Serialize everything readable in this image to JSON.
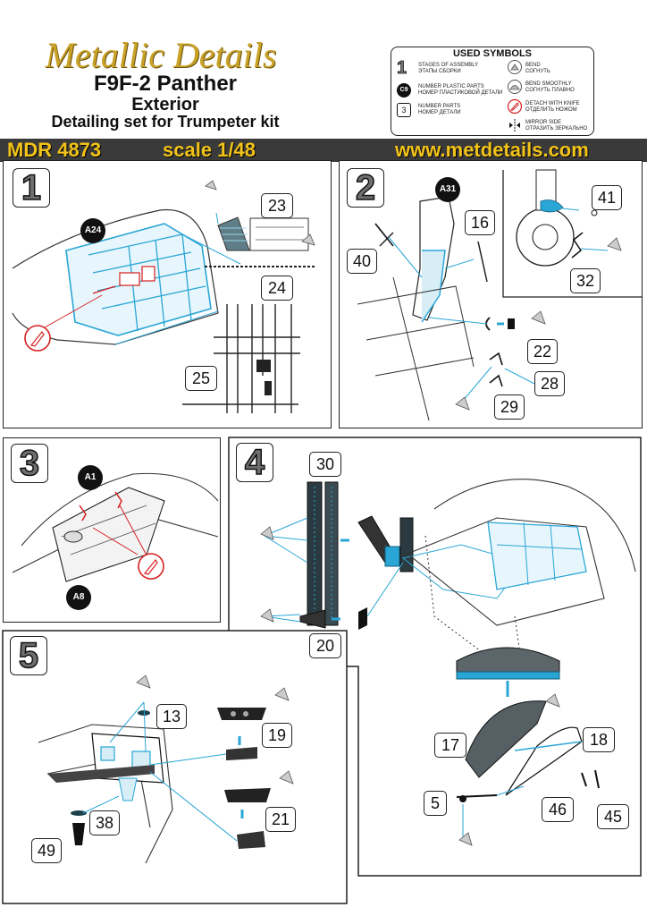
{
  "header": {
    "brand": "Metallic Details",
    "title": "F9F-2 Panther",
    "subtitle": "Exterior",
    "description": "Detailing set for Trumpeter kit"
  },
  "symbols": {
    "title": "USED SYMBOLS",
    "items": [
      {
        "en": "STAGES OF ASSEMBLY",
        "ru": "ЭТАПЫ СБОРКИ",
        "glyph": "1"
      },
      {
        "en": "NUMBER PLASTIC PARTS",
        "ru": "НОМЕР ПЛАСТИКОВОЙ ДЕТАЛИ",
        "glyph": "C9"
      },
      {
        "en": "NUMBER PARTS",
        "ru": "НОМЕР ДЕТАЛИ",
        "glyph": "3"
      },
      {
        "en": "BEND",
        "ru": "СОГНУТЬ"
      },
      {
        "en": "BEND SMOOTHLY",
        "ru": "СОГНУТЬ ПЛАВНО"
      },
      {
        "en": "DETACH WITH KNIFE",
        "ru": "ОТДЕЛИТЬ НОЖОМ"
      },
      {
        "en": "MIRROR SIDE",
        "ru": "ОТРАЗИТЬ ЗЕРКАЛЬНО"
      }
    ]
  },
  "bar": {
    "code": "MDR 4873",
    "scale": "scale 1/48",
    "url": "www.metdetails.com",
    "bg": "#3a3a3a",
    "fg": "#f2c318"
  },
  "colors": {
    "part": "#2aa6d6",
    "knife": "#d62020",
    "border": "#222222"
  },
  "steps": [
    {
      "number": "1",
      "plastic": [
        "A24"
      ],
      "parts": [
        "23",
        "24",
        "25"
      ]
    },
    {
      "number": "2",
      "plastic": [
        "A31"
      ],
      "parts": [
        "16",
        "40",
        "41",
        "32",
        "22",
        "28",
        "29"
      ]
    },
    {
      "number": "3",
      "plastic": [
        "A1",
        "A8"
      ],
      "parts": []
    },
    {
      "number": "4",
      "plastic": [],
      "parts": [
        "30",
        "20",
        "17",
        "18",
        "5",
        "46",
        "45"
      ]
    },
    {
      "number": "5",
      "plastic": [],
      "parts": [
        "13",
        "19",
        "21",
        "38",
        "49"
      ]
    }
  ]
}
